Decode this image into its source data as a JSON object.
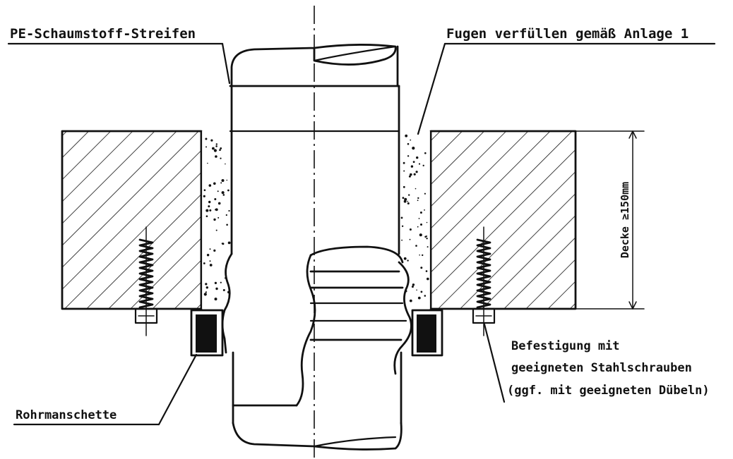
{
  "labels": {
    "foam_strip": "PE-Schaumstoff-Streifen",
    "fill_joints": "Fugen verfüllen gemäß Anlage 1",
    "slab_thickness": "Decke ≥150mm",
    "fastening_line1": "Befestigung mit",
    "fastening_line2": "geeigneten Stahlschrauben",
    "fastening_line3": "(ggf. mit  geeigneten Dübeln)",
    "pipe_collar": "Rohrmanschette"
  },
  "colors": {
    "line": "#111111",
    "background": "#ffffff",
    "collar_fill": "#111111"
  }
}
